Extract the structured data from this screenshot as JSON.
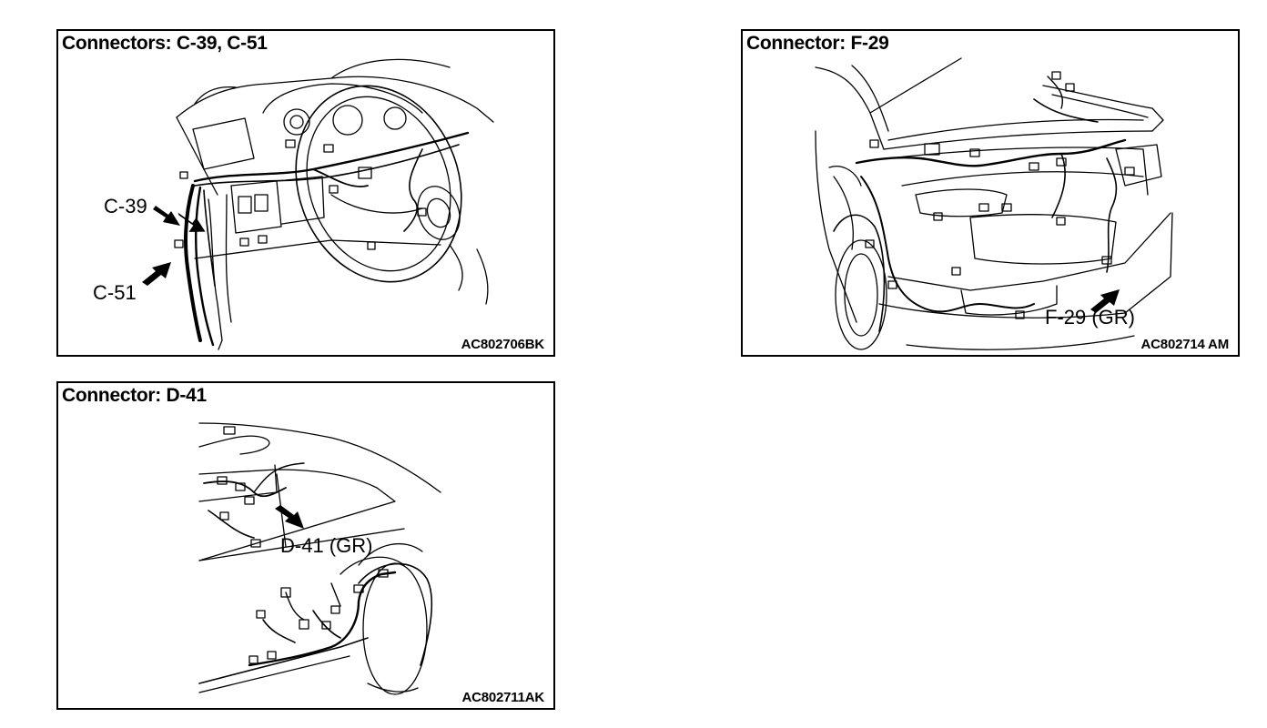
{
  "panels": [
    {
      "title": "Connectors: C-39, C-51",
      "code": "AC802706BK",
      "labels": [
        "C-39",
        "C-51"
      ]
    },
    {
      "title": "Connector: F-29",
      "code": "AC802714 AM",
      "labels": [
        "F-29 (GR)"
      ]
    },
    {
      "title": "Connector: D-41",
      "code": "AC802711AK",
      "labels": [
        "D-41 (GR)"
      ]
    }
  ],
  "colors": {
    "line": "#000000",
    "background": "#ffffff"
  }
}
